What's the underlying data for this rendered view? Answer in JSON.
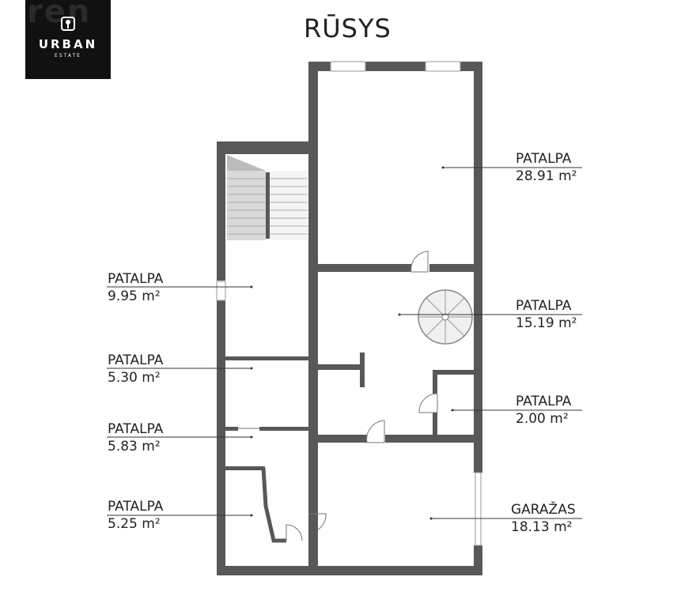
{
  "header": {
    "title": "RŪSYS"
  },
  "logo": {
    "word": "URBAN",
    "sub": "ESTATE",
    "bg_text": "ren"
  },
  "colors": {
    "wall": "#58585a",
    "logo_bg": "#111111",
    "text": "#222222"
  },
  "rooms": [
    {
      "name": "PATALPA",
      "area": "28.91 m²"
    },
    {
      "name": "PATALPA",
      "area": "15.19 m²"
    },
    {
      "name": "PATALPA",
      "area": "2.00 m²"
    },
    {
      "name": "GARAŽAS",
      "area": "18.13 m²"
    },
    {
      "name": "PATALPA",
      "area": "9.95 m²"
    },
    {
      "name": "PATALPA",
      "area": "5.30 m²"
    },
    {
      "name": "PATALPA",
      "area": "5.83 m²"
    },
    {
      "name": "PATALPA",
      "area": "5.25 m²"
    }
  ]
}
